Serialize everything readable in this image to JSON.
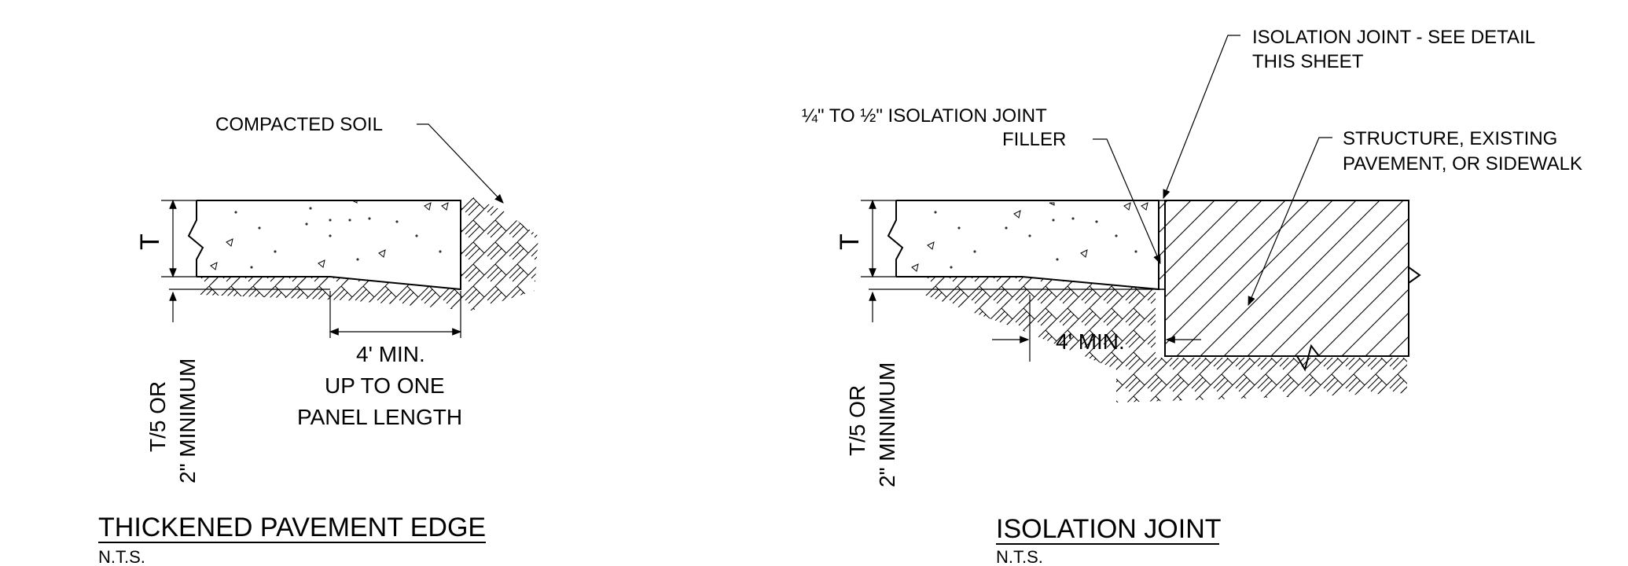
{
  "details": [
    {
      "title": "THICKENED PAVEMENT EDGE",
      "scale": "N.T.S.",
      "labels": {
        "soil": "COMPACTED SOIL",
        "thickness": "T",
        "depth_line1": "T/5 OR",
        "depth_line2": "2\" MINIMUM",
        "length_line1": "4' MIN.",
        "length_line2": "UP TO ONE",
        "length_line3": "PANEL LENGTH"
      }
    },
    {
      "title": "ISOLATION JOINT",
      "scale": "N.T.S.",
      "labels": {
        "joint_line1": "ISOLATION JOINT - SEE DETAIL",
        "joint_line2": "THIS SHEET",
        "filler_line1": "¼\" TO ½\" ISOLATION JOINT",
        "filler_line2": "FILLER",
        "structure_line1": "STRUCTURE, EXISTING",
        "structure_line2": "PAVEMENT, OR SIDEWALK",
        "thickness": "T",
        "depth_line1": "T/5 OR",
        "depth_line2": "2\" MINIMUM",
        "length": "4' MIN."
      }
    }
  ]
}
